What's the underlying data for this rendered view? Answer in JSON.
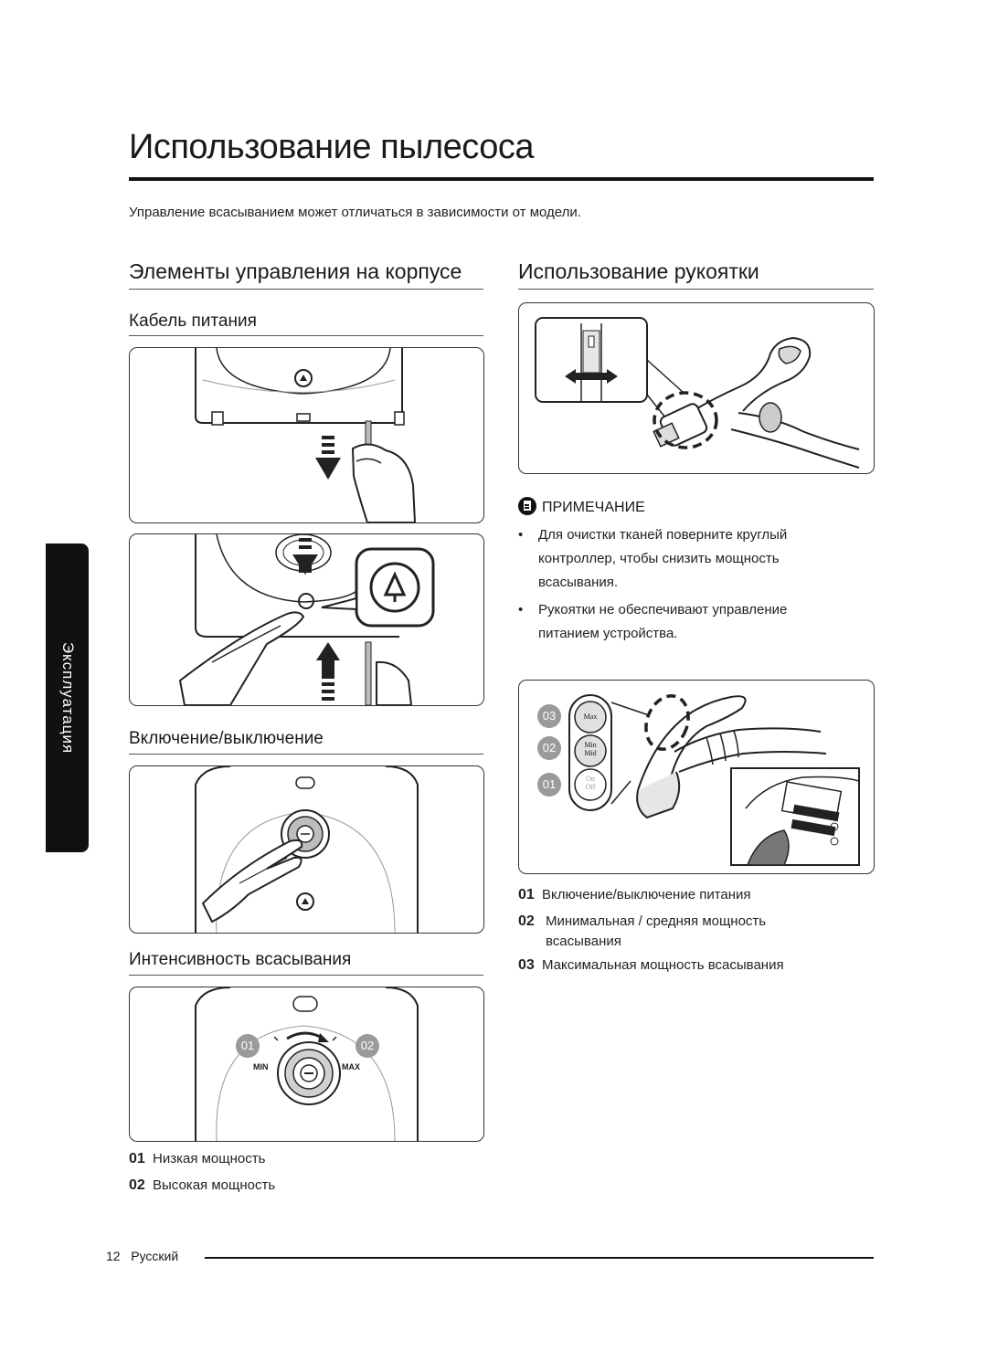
{
  "page": {
    "title": "Использование пылесоса",
    "intro": "Управление всасыванием может отличаться в зависимости от модели.",
    "side_tab": "Эксплуатация",
    "footer_page": "12",
    "footer_lang": "Русский"
  },
  "left": {
    "heading": "Элементы управления на корпусе",
    "cable": {
      "heading": "Кабель питания"
    },
    "onoff": {
      "heading": "Включение/выключение"
    },
    "intensity": {
      "heading": "Интенсивность всасывания",
      "dial": {
        "min_label": "MIN",
        "max_label": "MAX",
        "badge1": "01",
        "badge2": "02"
      },
      "legend": [
        {
          "num": "01",
          "text": "Низкая мощность"
        },
        {
          "num": "02",
          "text": "Высокая мощность"
        }
      ]
    }
  },
  "right": {
    "heading": "Использование рукоятки",
    "note": {
      "title": "ПРИМЕЧАНИЕ",
      "items": [
        "Для очистки тканей поверните круглый контроллер, чтобы снизить мощность всасывания.",
        "Рукоятки не обеспечивают управление питанием устройства."
      ]
    },
    "handle_panel": {
      "badges": [
        "03",
        "02",
        "01"
      ],
      "buttons": [
        "Max",
        "Min\nMid",
        "On\nOff"
      ]
    },
    "legend": [
      {
        "num": "01",
        "text": "Включение/выключение питания"
      },
      {
        "num": "02",
        "text": "Минимальная / средняя мощность всасывания"
      },
      {
        "num": "03",
        "text": "Максимальная мощность всасывания"
      }
    ]
  },
  "colors": {
    "text": "#1a1a1a",
    "badge_gray": "#9a9a9a",
    "tab_black": "#111111"
  }
}
